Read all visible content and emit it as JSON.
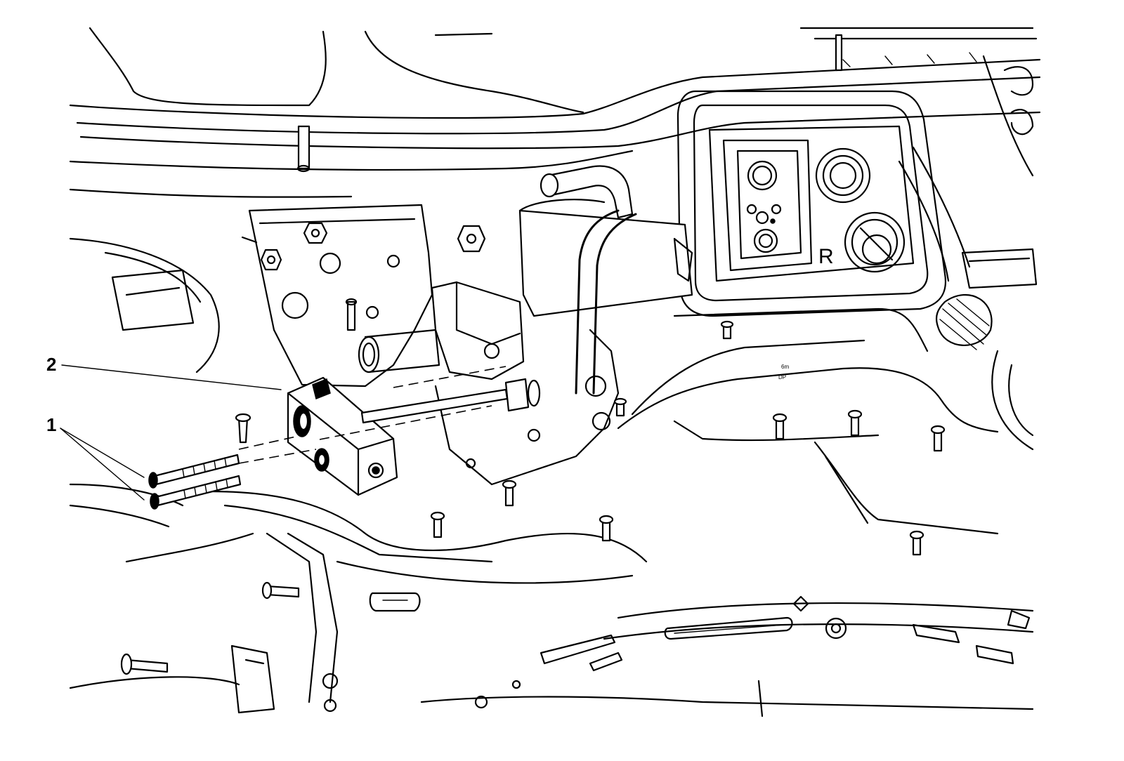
{
  "callouts": {
    "bolts": "1",
    "mount": "2"
  },
  "stamps": {
    "port": "R"
  },
  "icons": [
    "bolt-icon",
    "bracket-icon",
    "pipe-icon"
  ]
}
